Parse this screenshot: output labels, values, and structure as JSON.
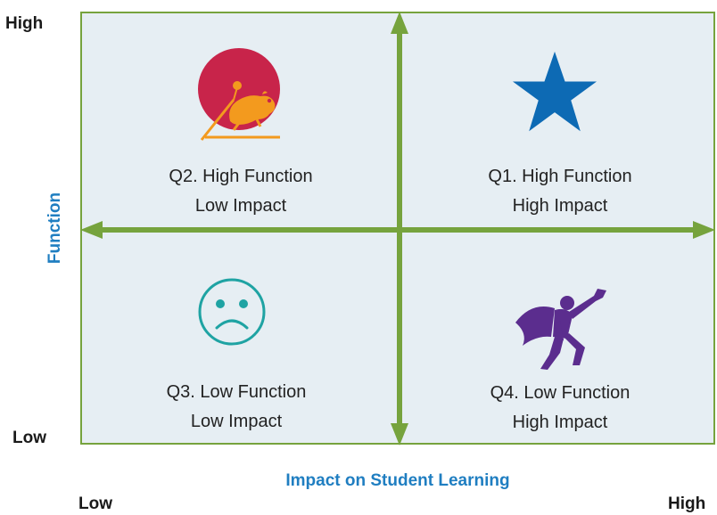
{
  "axes": {
    "y_title": "Function",
    "y_high": "High",
    "y_low": "Low",
    "x_title": "Impact on Student Learning",
    "x_low": "Low",
    "x_high": "High"
  },
  "quadrants": {
    "q1": {
      "line1": "Q1. High Function",
      "line2": "High Impact",
      "icon": "star-icon"
    },
    "q2": {
      "line1": "Q2. High Function",
      "line2": "Low Impact",
      "icon": "hamster-wheel-icon"
    },
    "q3": {
      "line1": "Q3. Low Function",
      "line2": "Low Impact",
      "icon": "sad-face-icon"
    },
    "q4": {
      "line1": "Q4. Low Function",
      "line2": "High Impact",
      "icon": "superhero-icon"
    }
  },
  "colors": {
    "axis_green": "#76a33d",
    "background": "#e6eef3",
    "title_blue": "#1f7ec1",
    "star_blue": "#0d6ab4",
    "hamster_red": "#c8244a",
    "hamster_orange": "#f39a1e",
    "sad_teal": "#1fa3a3",
    "hero_purple": "#5b2d8e"
  }
}
